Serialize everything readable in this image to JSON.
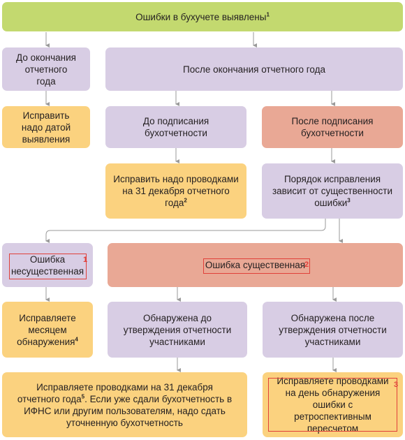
{
  "colors": {
    "green": "#c3d96f",
    "purple": "#d8cde4",
    "salmon": "#e9a895",
    "yellow": "#fbd27f",
    "arrow": "#9a9a9a",
    "marker": "#e0403a"
  },
  "top": {
    "text": "Ошибки в бухучете выявлены",
    "sup": "1"
  },
  "before_year_end": "До окончания отчетного года",
  "after_year_end": "После окончания отчетного года",
  "fix_at_detection": "Исправить надо датой выявления",
  "before_signing": "До подписания бухотчетности",
  "after_signing": "После подписания бухотчетности",
  "fix_dec31": {
    "text": "Исправить надо проводками на 31 декабря отчетного года",
    "sup": "2"
  },
  "order_depends": {
    "text": "Порядок исправления зависит от существенности ошибки",
    "sup": "3"
  },
  "insignificant": {
    "text": "Ошибка несущественная",
    "marker": "1"
  },
  "significant": {
    "text": "Ошибка существенная",
    "marker": "2"
  },
  "fix_month": {
    "text": "Исправляете месяцем обнаружения",
    "sup": "4"
  },
  "found_before_approval": "Обнаружена до утверждения отчетности участниками",
  "found_after_approval": "Обнаружена после утверждения отчетности участниками",
  "fix_entries_dec31": {
    "text_a": "Исправляете проводками на 31 декабря отчетного года",
    "sup": "5",
    "text_b": ". Если уже сдали бухотчетность в ИФНС или другим пользователям, надо сдать уточненную бухотчетность"
  },
  "fix_retro": {
    "text": "Исправляете проводками на день обнаружения ошибки с ретроспективным пересчетом",
    "marker": "3"
  }
}
